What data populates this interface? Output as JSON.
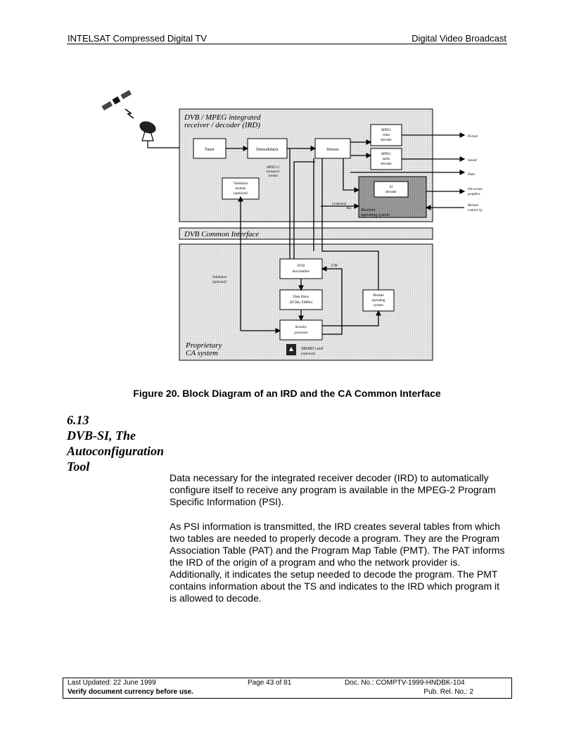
{
  "header": {
    "left": "INTELSAT Compressed Digital TV",
    "right": "Digital Video Broadcast"
  },
  "diagram": {
    "ird_title_1": "DVB / MPEG integrated",
    "ird_title_2": "receiver / decoder (IRD)",
    "tuner": "Tuner",
    "demodulator": "Demodulator",
    "demux": "Demux",
    "ts_label_1": "MPEG-2",
    "ts_label_2": "transport",
    "ts_label_3": "stream",
    "video_1": "MPEG",
    "video_2": "video",
    "video_3": "decoder",
    "audio_1": "MPEG",
    "audio_2": "audio",
    "audio_3": "decoder",
    "si_1": "SI",
    "si_2": "decoder",
    "ros_1": "Receiver",
    "ros_2": "operating system",
    "validation_1": "Validation",
    "validation_2": "module",
    "validation_3": "(optional)",
    "command_1": "Command",
    "command_2": "bus",
    "out_picture": "Picture",
    "out_sound": "Sound",
    "out_data": "Data",
    "out_osg_1": "On-screen",
    "out_osg_2": "graphics",
    "out_remote_1": "Remote",
    "out_remote_2": "control i/p",
    "common_interface": "DVB Common Interface",
    "descrambler_1": "DVB",
    "descrambler_2": "descrambler",
    "cw": "CW",
    "filters_1": "Data filters",
    "filters_2": "(ECMs, EMMs)",
    "security_1": "Security",
    "security_2": "processor",
    "module_os_1": "Module",
    "module_os_2": "operating",
    "module_os_3": "system",
    "val_opt_1": "Validation",
    "val_opt_2": "(optional)",
    "ca_1": "Proprietary",
    "ca_2": "CA system",
    "smart_1": "SMART card",
    "smart_2": "(optional)"
  },
  "figure_caption": "Figure 20.  Block Diagram of an IRD and the CA Common Interface",
  "section": {
    "number": "6.13",
    "title_1": "DVB-SI, The",
    "title_2": "Autoconfiguration",
    "title_3": "Tool"
  },
  "paragraphs": {
    "p1": "Data necessary for the integrated receiver decoder (IRD) to automatically configure itself to receive any program is available in the MPEG-2 Program Specific Information (PSI).",
    "p2": "As PSI information is transmitted, the IRD creates several tables from which two tables are needed to properly decode a program. They are the Program Association Table (PAT) and the Program Map Table (PMT). The PAT informs the IRD of the origin of a program and who the network provider is. Additionally, it indicates the setup needed to decode the program. The PMT contains information about the TS and indicates to the IRD which program it is allowed to decode."
  },
  "footer": {
    "updated": "Last Updated: 22 June 1999",
    "page": "Page 43 of 81",
    "doc_no": "Doc. No.: COMPTV-1999-HNDBK-104",
    "verify": "Verify document currency before use.",
    "pub_rel": "Pub. Rel. No.: 2"
  }
}
